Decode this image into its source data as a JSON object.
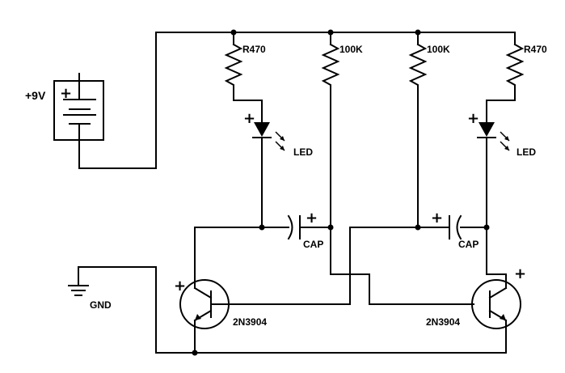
{
  "labels": {
    "battery": "+9V",
    "battery_plus": "+",
    "r1": "R470",
    "r2": "100K",
    "r3": "100K",
    "r4": "R470",
    "led_left": "LED",
    "led_left_plus": "+",
    "led_right": "LED",
    "led_right_plus": "+",
    "cap_left": "CAP",
    "cap_left_plus": "+",
    "cap_right": "CAP",
    "cap_right_plus": "+",
    "gnd": "GND",
    "q_left": "2N3904",
    "q_left_plus": "+",
    "q_right": "2N3904",
    "q_right_plus": "+"
  },
  "icons": {
    "battery": "battery-icon",
    "resistor": "resistor-icon",
    "led": "led-icon",
    "capacitor": "polarized-capacitor-icon",
    "ground": "ground-icon",
    "transistor": "npn-transistor-icon"
  }
}
